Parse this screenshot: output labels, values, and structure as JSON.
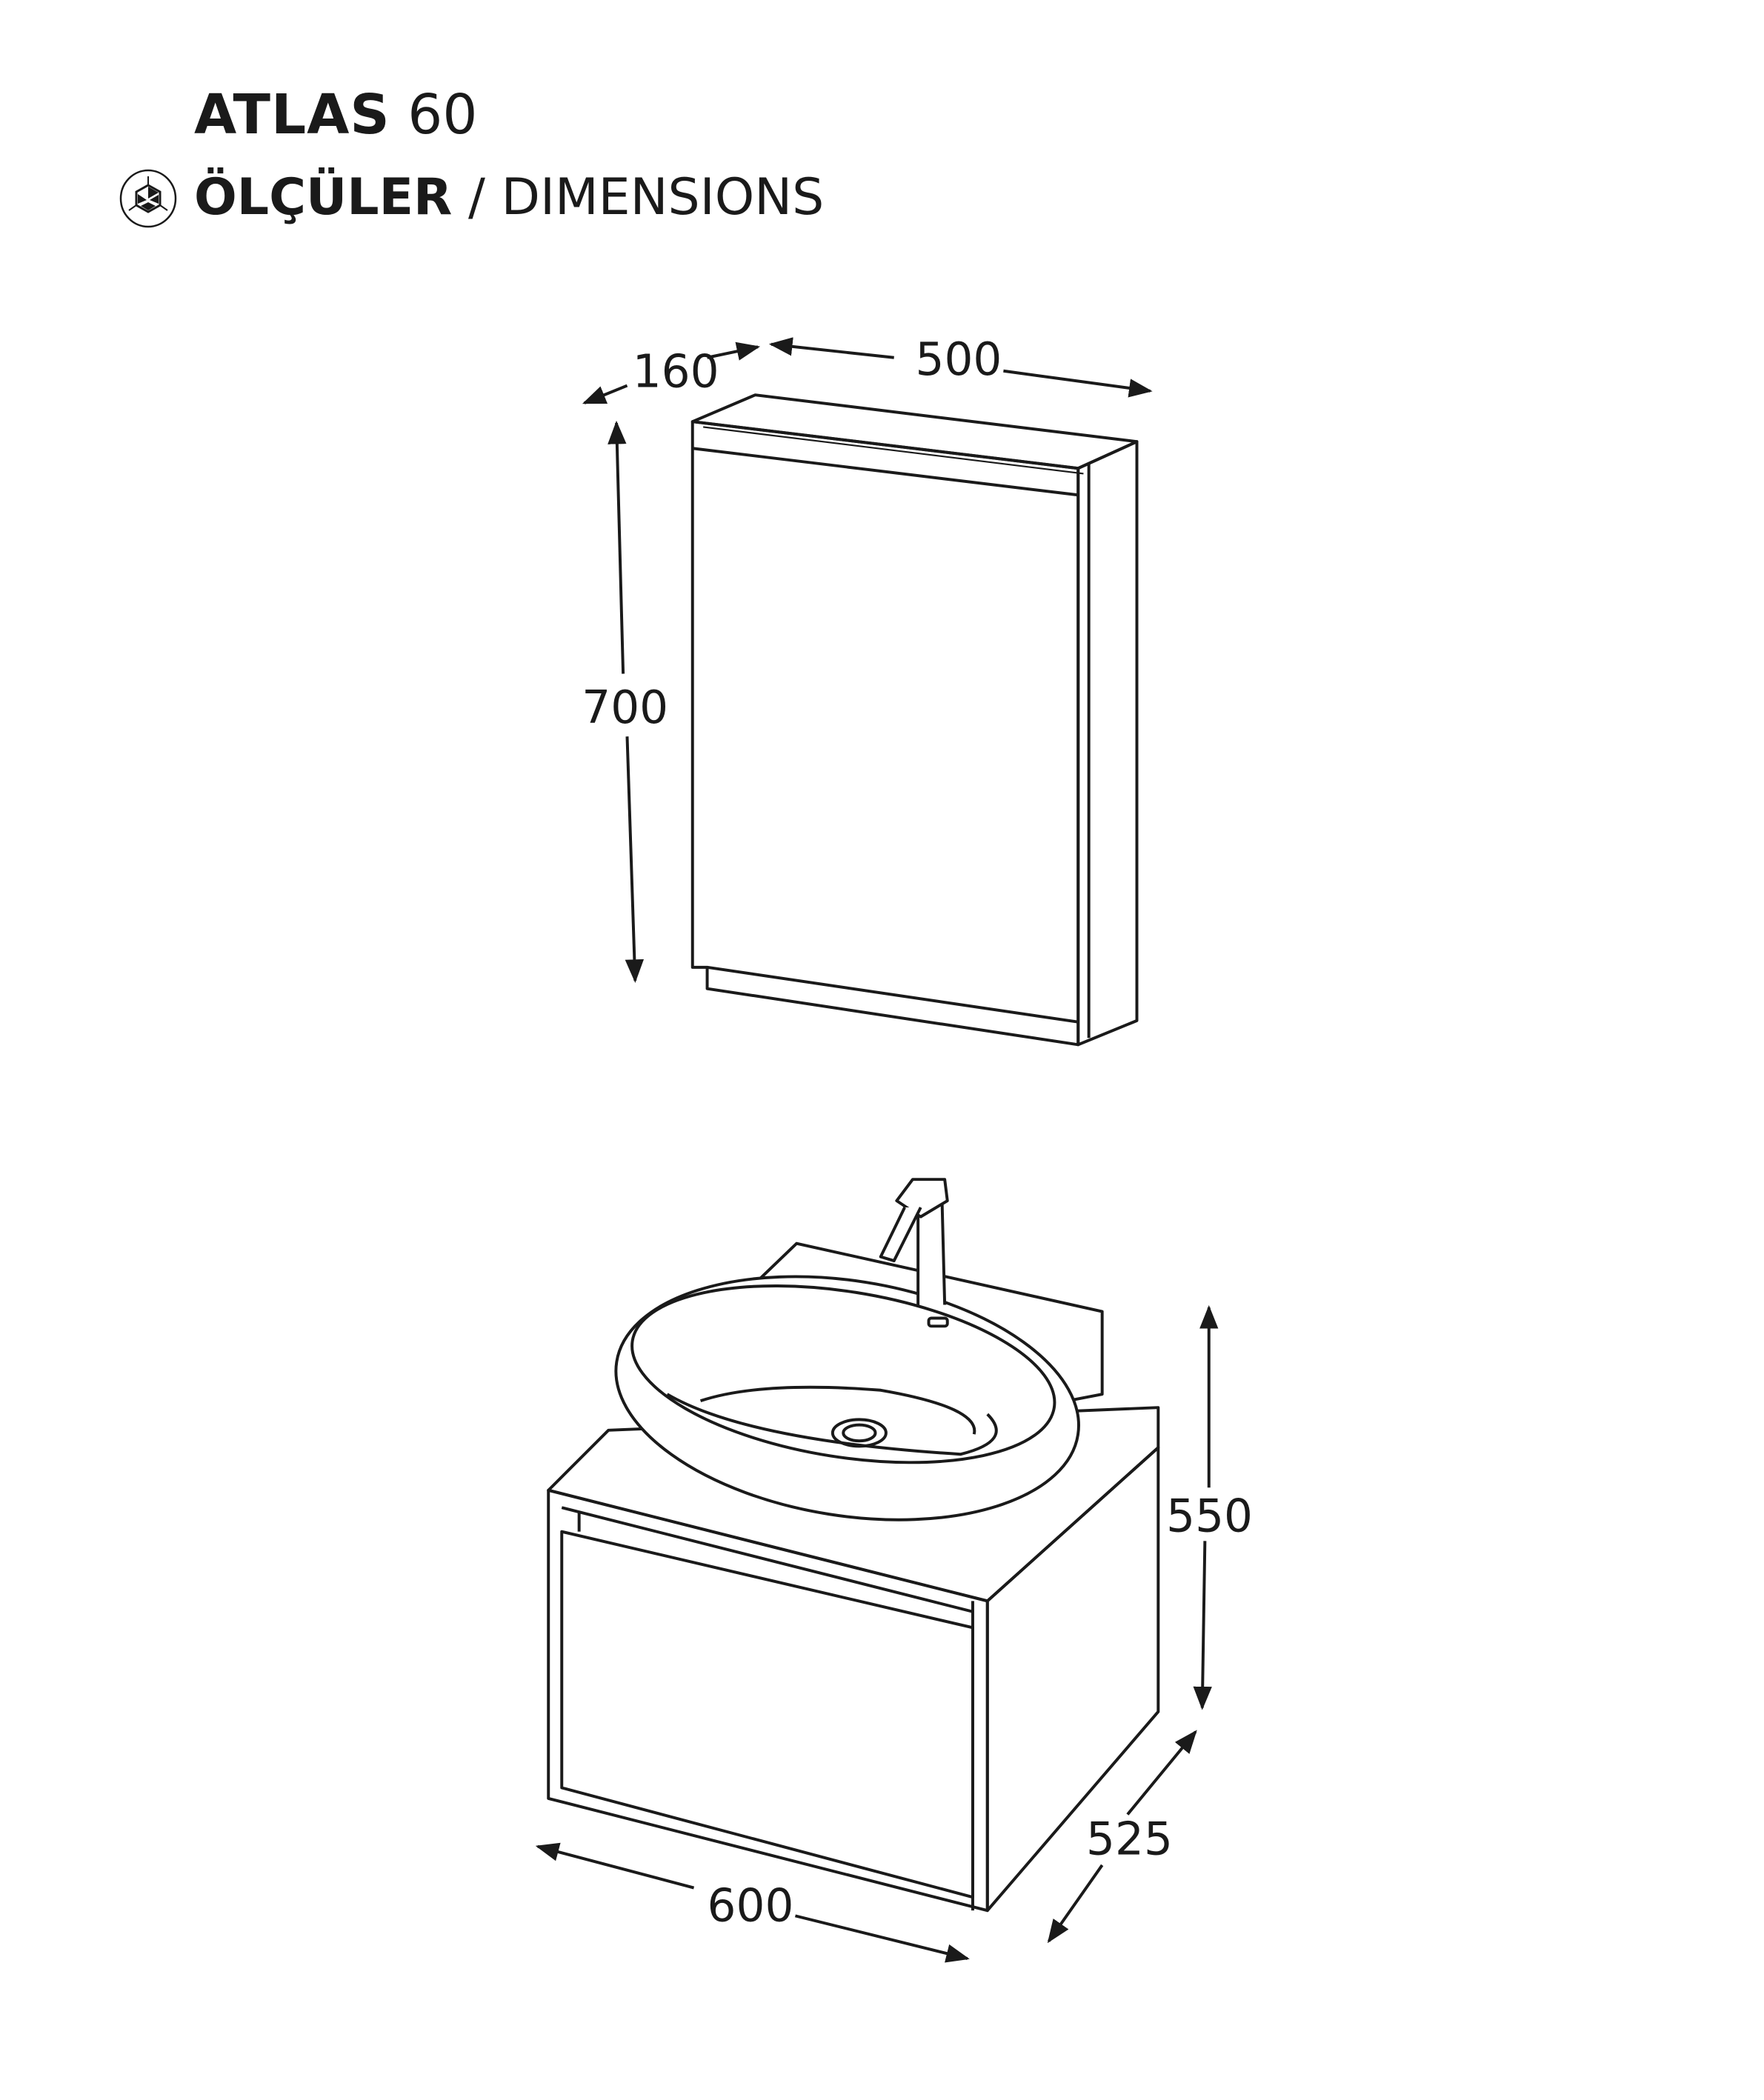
{
  "header": {
    "product_name": "ATLAS",
    "product_size": "60",
    "section_title_tr": "ÖLÇÜLER",
    "separator": "/",
    "section_title_en": "DIMENSIONS",
    "icon": "dimensions-cube-icon"
  },
  "mirror_cabinet": {
    "depth": "160",
    "width": "500",
    "height": "700"
  },
  "vanity_unit": {
    "height": "550",
    "depth": "525",
    "width": "600"
  }
}
